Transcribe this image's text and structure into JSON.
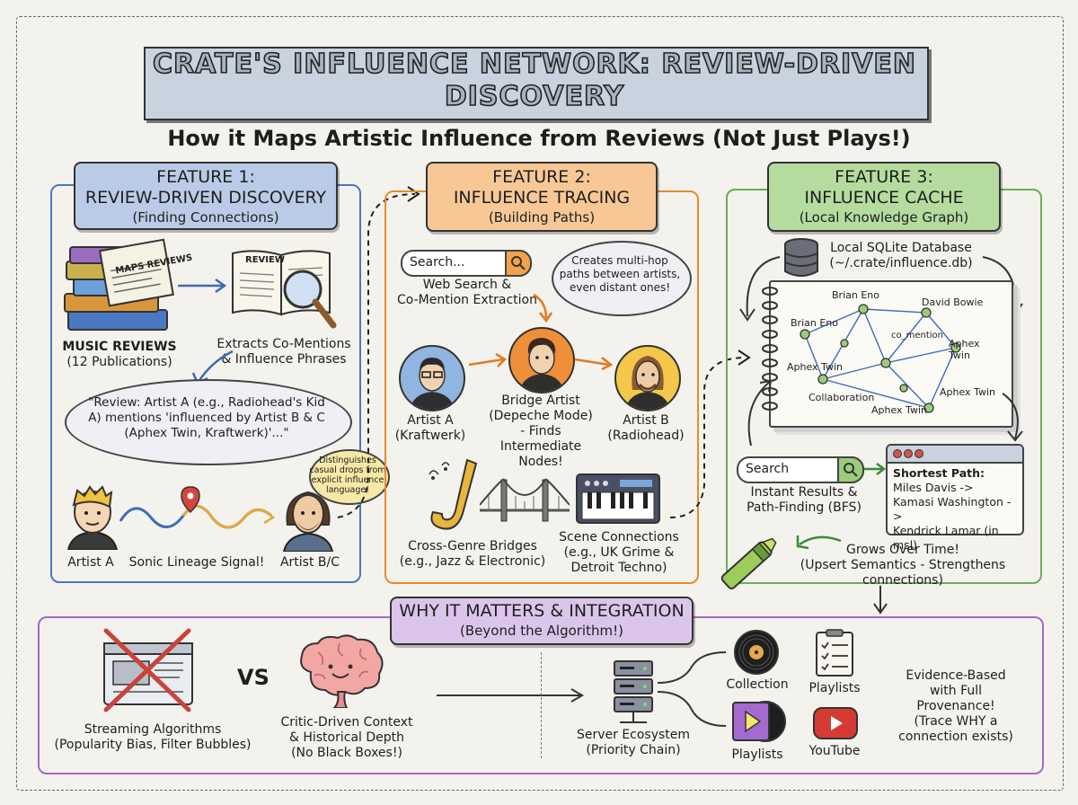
{
  "header": {
    "title_line1": "CRATE'S INFLUENCE NETWORK: REVIEW-DRIVEN",
    "title_line2": "DISCOVERY",
    "subtitle": "How it Maps Artistic Influence from Reviews (Not Just Plays!)"
  },
  "feature1": {
    "title_line1": "FEATURE 1:",
    "title_line2": "REVIEW-DRIVEN DISCOVERY",
    "caption": "(Finding Connections)",
    "books_label": "MAPS REVIEWS",
    "open_book_label": "REVIEW",
    "music_reviews": "MUSIC REVIEWS",
    "publications": "(12 Publications)",
    "extracts_line1": "Extracts Co-Mentions",
    "extracts_line2": "& Influence Phrases",
    "quote_line1": "\"Review: Artist A (e.g., Radiohead's Kid",
    "quote_line2": "A) mentions 'influenced by Artist B & C",
    "quote_line3": "(Aphex Twin, Kraftwerk)'...\"",
    "distinguishes_line1": "Distinguishes",
    "distinguishes_line2": "casual drops from",
    "distinguishes_line3": "explicit influence",
    "distinguishes_line4": "language!",
    "artist_a": "Artist A",
    "signal": "Sonic Lineage Signal!",
    "artist_bc": "Artist B/C"
  },
  "feature2": {
    "title_line1": "FEATURE 2:",
    "title_line2": "INFLUENCE TRACING",
    "caption": "(Building Paths)",
    "search_placeholder": "Search...",
    "web_search_line1": "Web Search &",
    "web_search_line2": "Co-Mention Extraction",
    "cloud_line1": "Creates multi-hop",
    "cloud_line2": "paths between artists,",
    "cloud_line3": "even distant ones!",
    "artist_a_name": "Artist A",
    "artist_a_example": "(Kraftwerk)",
    "bridge_line1": "Bridge Artist",
    "bridge_line2": "(Depeche Mode)",
    "bridge_line3": "- Finds Intermediate",
    "bridge_line4": "Nodes!",
    "artist_b_name": "Artist B",
    "artist_b_example": "(Radiohead)",
    "crossgenre_line1": "Cross-Genre Bridges",
    "crossgenre_line2": "(e.g., Jazz & Electronic)",
    "scene_line1": "Scene Connections",
    "scene_line2": "(e.g., UK Grime &",
    "scene_line3": "Detroit Techno)"
  },
  "feature3": {
    "title_line1": "FEATURE 3:",
    "title_line2": "INFLUENCE CACHE",
    "caption": "(Local Knowledge Graph)",
    "db_line1": "Local SQLite Database",
    "db_line2": "(~/.crate/influence.db)",
    "graph_nodes": [
      "Brian Eno",
      "David Bowie",
      "Brian Eno",
      "co_mention",
      "Aphex Twin",
      "Aphex Twin",
      "Collaboration",
      "Aphex Twin",
      "Aphex Twin"
    ],
    "search_placeholder": "Search",
    "instant_line1": "Instant Results &",
    "instant_line2": "Path-Finding (BFS)",
    "shortest_title": "Shortest Path:",
    "shortest_line1": "Miles Davis ->",
    "shortest_line2": "Kamasi Washington ->",
    "shortest_line3": "Kendrick Lamar (in msl)",
    "grows_line1": "Grows Over Time!",
    "grows_line2": "(Upsert Semantics - Strengthens connections)"
  },
  "why": {
    "title_line1": "WHY IT MATTERS & INTEGRATION",
    "title_line2": "(Beyond the Algorithm!)",
    "streaming_line1": "Streaming Algorithms",
    "streaming_line2": "(Popularity Bias, Filter Bubbles)",
    "vs": "VS",
    "critic_line1": "Critic-Driven Context",
    "critic_line2": "& Historical Depth",
    "critic_line3": "(No Black Boxes!)",
    "server_line1": "Server Ecosystem",
    "server_line2": "(Priority Chain)",
    "collection": "Collection",
    "playlists_top": "Playlists",
    "playlists_bottom": "Playlists",
    "youtube": "YouTube",
    "evidence_line1": "Evidence-Based",
    "evidence_line2": "with Full Provenance!",
    "evidence_line3": "(Trace WHY a",
    "evidence_line4": "connection exists)"
  },
  "colors": {
    "feature1": "#4a78c2",
    "feature1_fill": "#b9cbe6",
    "feature2": "#e98b2c",
    "feature2_fill": "#f7c896",
    "feature3": "#69ae58",
    "feature3_fill": "#b5dc9e",
    "why": "#a569c4",
    "why_fill": "#dcc5ea"
  }
}
